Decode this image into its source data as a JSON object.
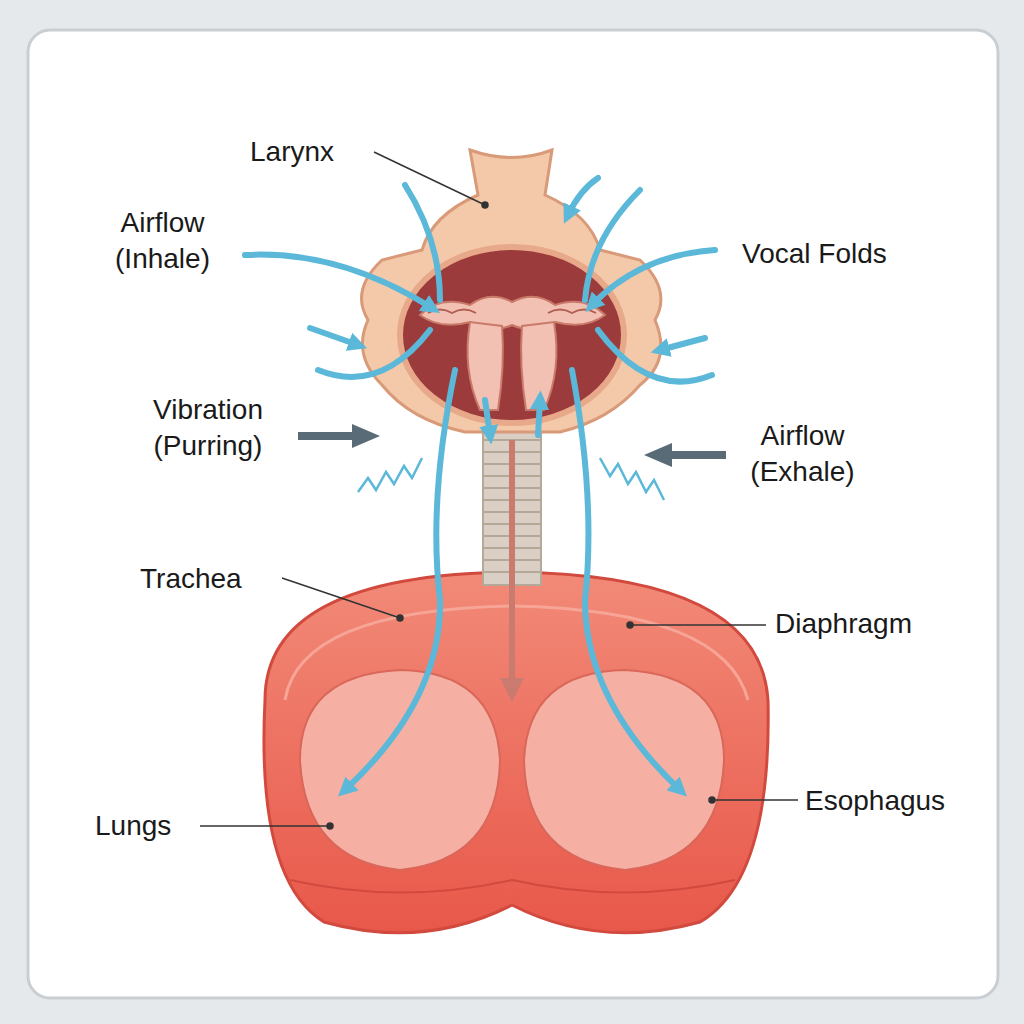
{
  "diagram": {
    "labels": [
      "Larynx",
      "Airflow (Inhale)",
      "Vocal Folds",
      "Vibration (Purring)",
      "Airflow (Exhale)",
      "Trachea",
      "Diaphragm",
      "Lungs",
      "Esophagus"
    ]
  }
}
